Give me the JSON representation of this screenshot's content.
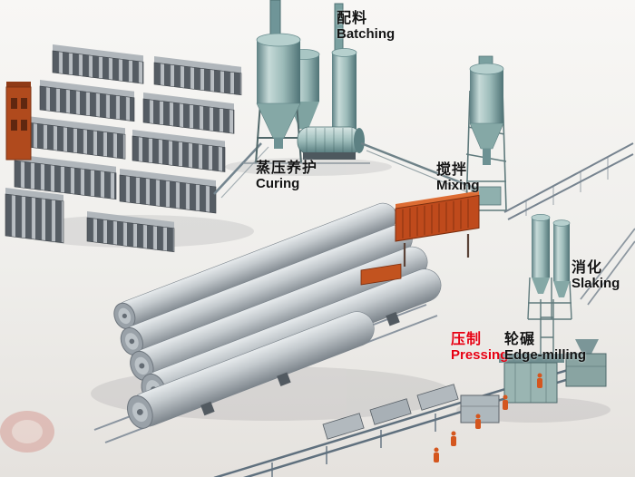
{
  "diagram": {
    "background_color": "#efeeeb",
    "labels": [
      {
        "id": "batching",
        "zh": "配料",
        "en": "Batching",
        "color": "#141414"
      },
      {
        "id": "curing",
        "zh": "蒸压养护",
        "en": "Curing",
        "color": "#141414"
      },
      {
        "id": "mixing",
        "zh": "搅拌",
        "en": "Mixing",
        "color": "#141414"
      },
      {
        "id": "slaking",
        "zh": "消化",
        "en": "Slaking",
        "color": "#141414"
      },
      {
        "id": "pressing",
        "zh": "压制",
        "en": "Pressing",
        "color": "#e60012"
      },
      {
        "id": "edge_milling",
        "zh": "轮碾",
        "en": "Edge-milling",
        "color": "#141414"
      }
    ],
    "palette": {
      "silo_teal": "#9dbcba",
      "machine_orange": "#bf4a1c",
      "block_grey": "#565c63",
      "autoclave_grey": "#c3c9cd",
      "steel": "#6e8088"
    }
  }
}
